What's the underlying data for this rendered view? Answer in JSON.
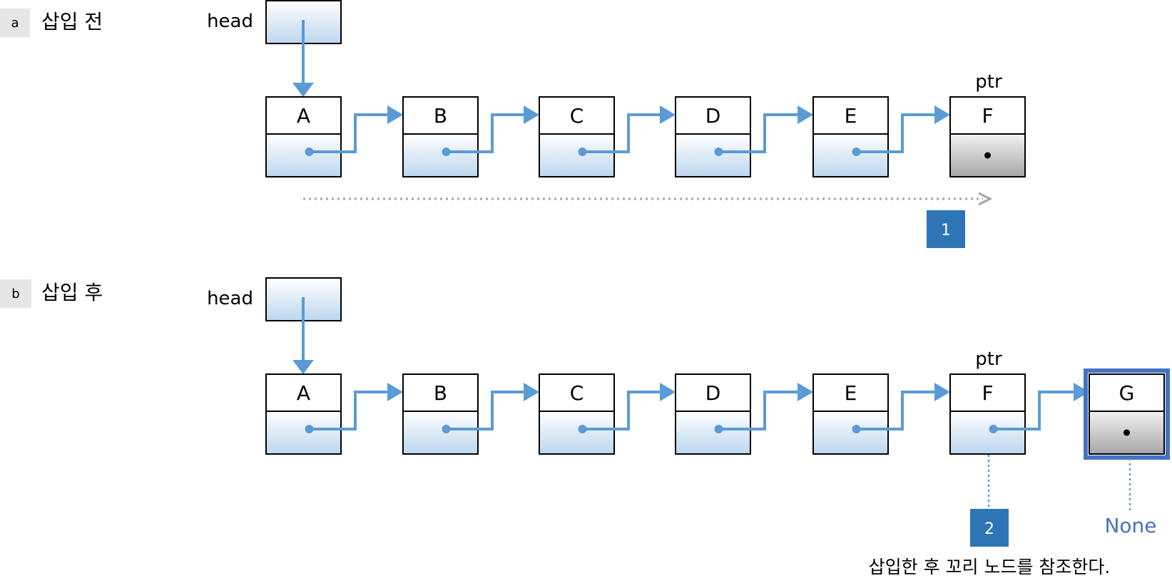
{
  "panel_a": {
    "tag": "a",
    "title": "삽입 전",
    "head_label": "head",
    "ptr_label": "ptr",
    "nodes": [
      "A",
      "B",
      "C",
      "D",
      "E",
      "F"
    ],
    "step_badge": "1"
  },
  "panel_b": {
    "tag": "b",
    "title": "삽입 후",
    "head_label": "head",
    "ptr_label": "ptr",
    "nodes": [
      "A",
      "B",
      "C",
      "D",
      "E",
      "F",
      "G"
    ],
    "step_badge": "2",
    "none_label": "None",
    "caption": "삽입한 후 꼬리 노드를 참조한다."
  },
  "colors": {
    "arrow": "#5B9BD5",
    "badge": "#2E75B6",
    "new_node_border": "#4472C4",
    "none_text": "#4472C4",
    "traverse_arrow": "#A6A6A6",
    "tag_bg": "#E7E6E6"
  }
}
